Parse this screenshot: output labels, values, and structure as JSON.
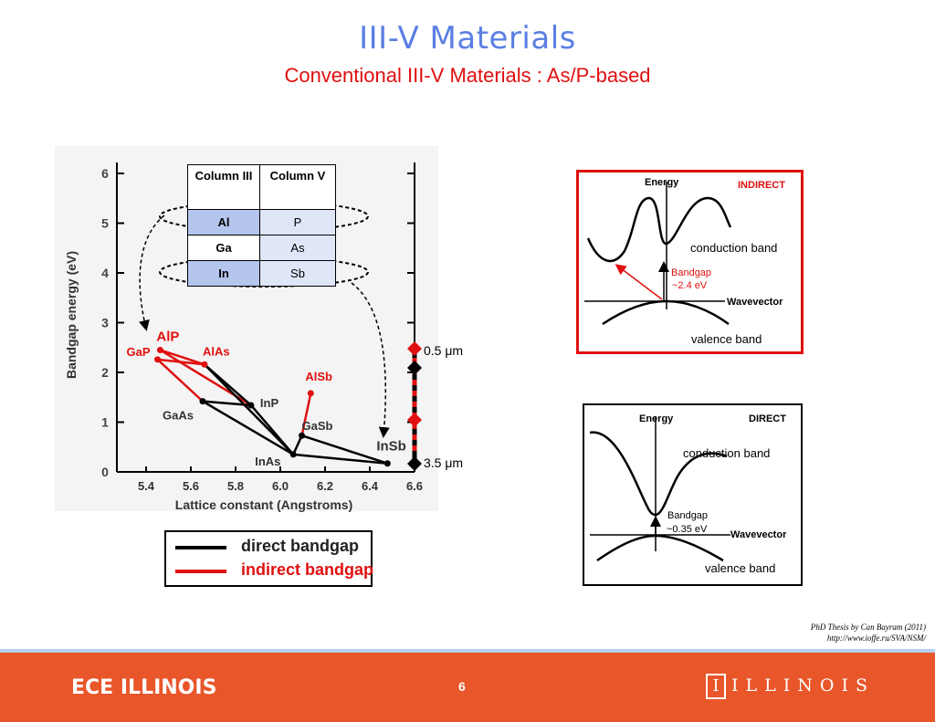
{
  "title": "III-V Materials",
  "subtitle": "Conventional III-V Materials : As/P-based",
  "table": {
    "headers": [
      "Column III",
      "Column V"
    ],
    "rows": [
      [
        "Al",
        "P"
      ],
      [
        "Ga",
        "As"
      ],
      [
        "In",
        "Sb"
      ]
    ]
  },
  "chart_data": {
    "type": "line",
    "xlabel": "Lattice constant (Angstroms)",
    "ylabel": "Bandgap energy (eV)",
    "xlim": [
      5.4,
      6.6
    ],
    "ylim": [
      0,
      6
    ],
    "xticks": [
      "5.4",
      "5.6",
      "5.8",
      "6.0",
      "6.2",
      "6.4",
      "6.6"
    ],
    "yticks": [
      "0",
      "1",
      "2",
      "3",
      "4",
      "5",
      "6"
    ],
    "points": [
      {
        "name": "AlP",
        "x": 5.463,
        "y": 2.45,
        "color": "#e01010"
      },
      {
        "name": "GaP",
        "x": 5.451,
        "y": 2.26,
        "color": "#e01010"
      },
      {
        "name": "AlAs",
        "x": 5.661,
        "y": 2.16,
        "color": "#e01010"
      },
      {
        "name": "GaAs",
        "x": 5.653,
        "y": 1.42,
        "color": "#000000"
      },
      {
        "name": "InP",
        "x": 5.869,
        "y": 1.34,
        "color": "#000000"
      },
      {
        "name": "InAs",
        "x": 6.058,
        "y": 0.35,
        "color": "#000000"
      },
      {
        "name": "AlSb",
        "x": 6.136,
        "y": 1.58,
        "color": "#e01010"
      },
      {
        "name": "GaSb",
        "x": 6.096,
        "y": 0.73,
        "color": "#000000"
      },
      {
        "name": "InSb",
        "x": 6.479,
        "y": 0.17,
        "color": "#000000"
      }
    ],
    "segments": [
      {
        "from": "AlP",
        "to": "AlAs",
        "kind": "indirect"
      },
      {
        "from": "GaP",
        "to": "AlAs",
        "kind": "indirect"
      },
      {
        "from": "AlP",
        "to": "InP",
        "kind": "indirect"
      },
      {
        "from": "GaP",
        "to": "GaAs",
        "kind": "indirect"
      },
      {
        "from": "AlAs",
        "to": "InP",
        "kind": "direct"
      },
      {
        "from": "GaAs",
        "to": "InP",
        "kind": "direct"
      },
      {
        "from": "GaAs",
        "to": "InAs",
        "kind": "direct"
      },
      {
        "from": "InP",
        "to": "InAs",
        "kind": "direct"
      },
      {
        "from": "AlAs",
        "to": "InAs",
        "kind": "direct"
      },
      {
        "from": "AlSb",
        "to": "GaSb",
        "kind": "indirect"
      },
      {
        "from": "GaSb",
        "to": "InSb",
        "kind": "direct"
      },
      {
        "from": "GaSb",
        "to": "InAs",
        "kind": "direct"
      },
      {
        "from": "InAs",
        "to": "InSb",
        "kind": "direct"
      }
    ],
    "wavelength_labels": [
      "0.5 μm",
      "3.5 μm"
    ],
    "legend": [
      {
        "name": "direct bandgap",
        "color": "#000000"
      },
      {
        "name": "indirect bandgap",
        "color": "#e01010"
      }
    ]
  },
  "indirect_panel": {
    "energy": "Energy",
    "tag": "INDIRECT",
    "conduction": "conduction band",
    "bandgap_1": "Bandgap",
    "bandgap_2": "~2.4 eV",
    "wavevector": "Wavevector",
    "valence": "valence band",
    "tag_color": "#e01010",
    "border_color": "#e01010"
  },
  "direct_panel": {
    "energy": "Energy",
    "tag": "DIRECT",
    "conduction": "conduction band",
    "bandgap_1": "Bandgap",
    "bandgap_2": "~0.35 eV",
    "wavevector": "Wavevector",
    "valence": "valence band"
  },
  "credit_1": "PhD Thesis by Can Bayram (2011)",
  "credit_2": "http://www.ioffe.ru/SVA/NSM/",
  "footer": {
    "brand": "ECE ILLINOIS",
    "page": "6",
    "university": "ILLINOIS",
    "logo_letter": "I",
    "color": "#e8562a"
  }
}
